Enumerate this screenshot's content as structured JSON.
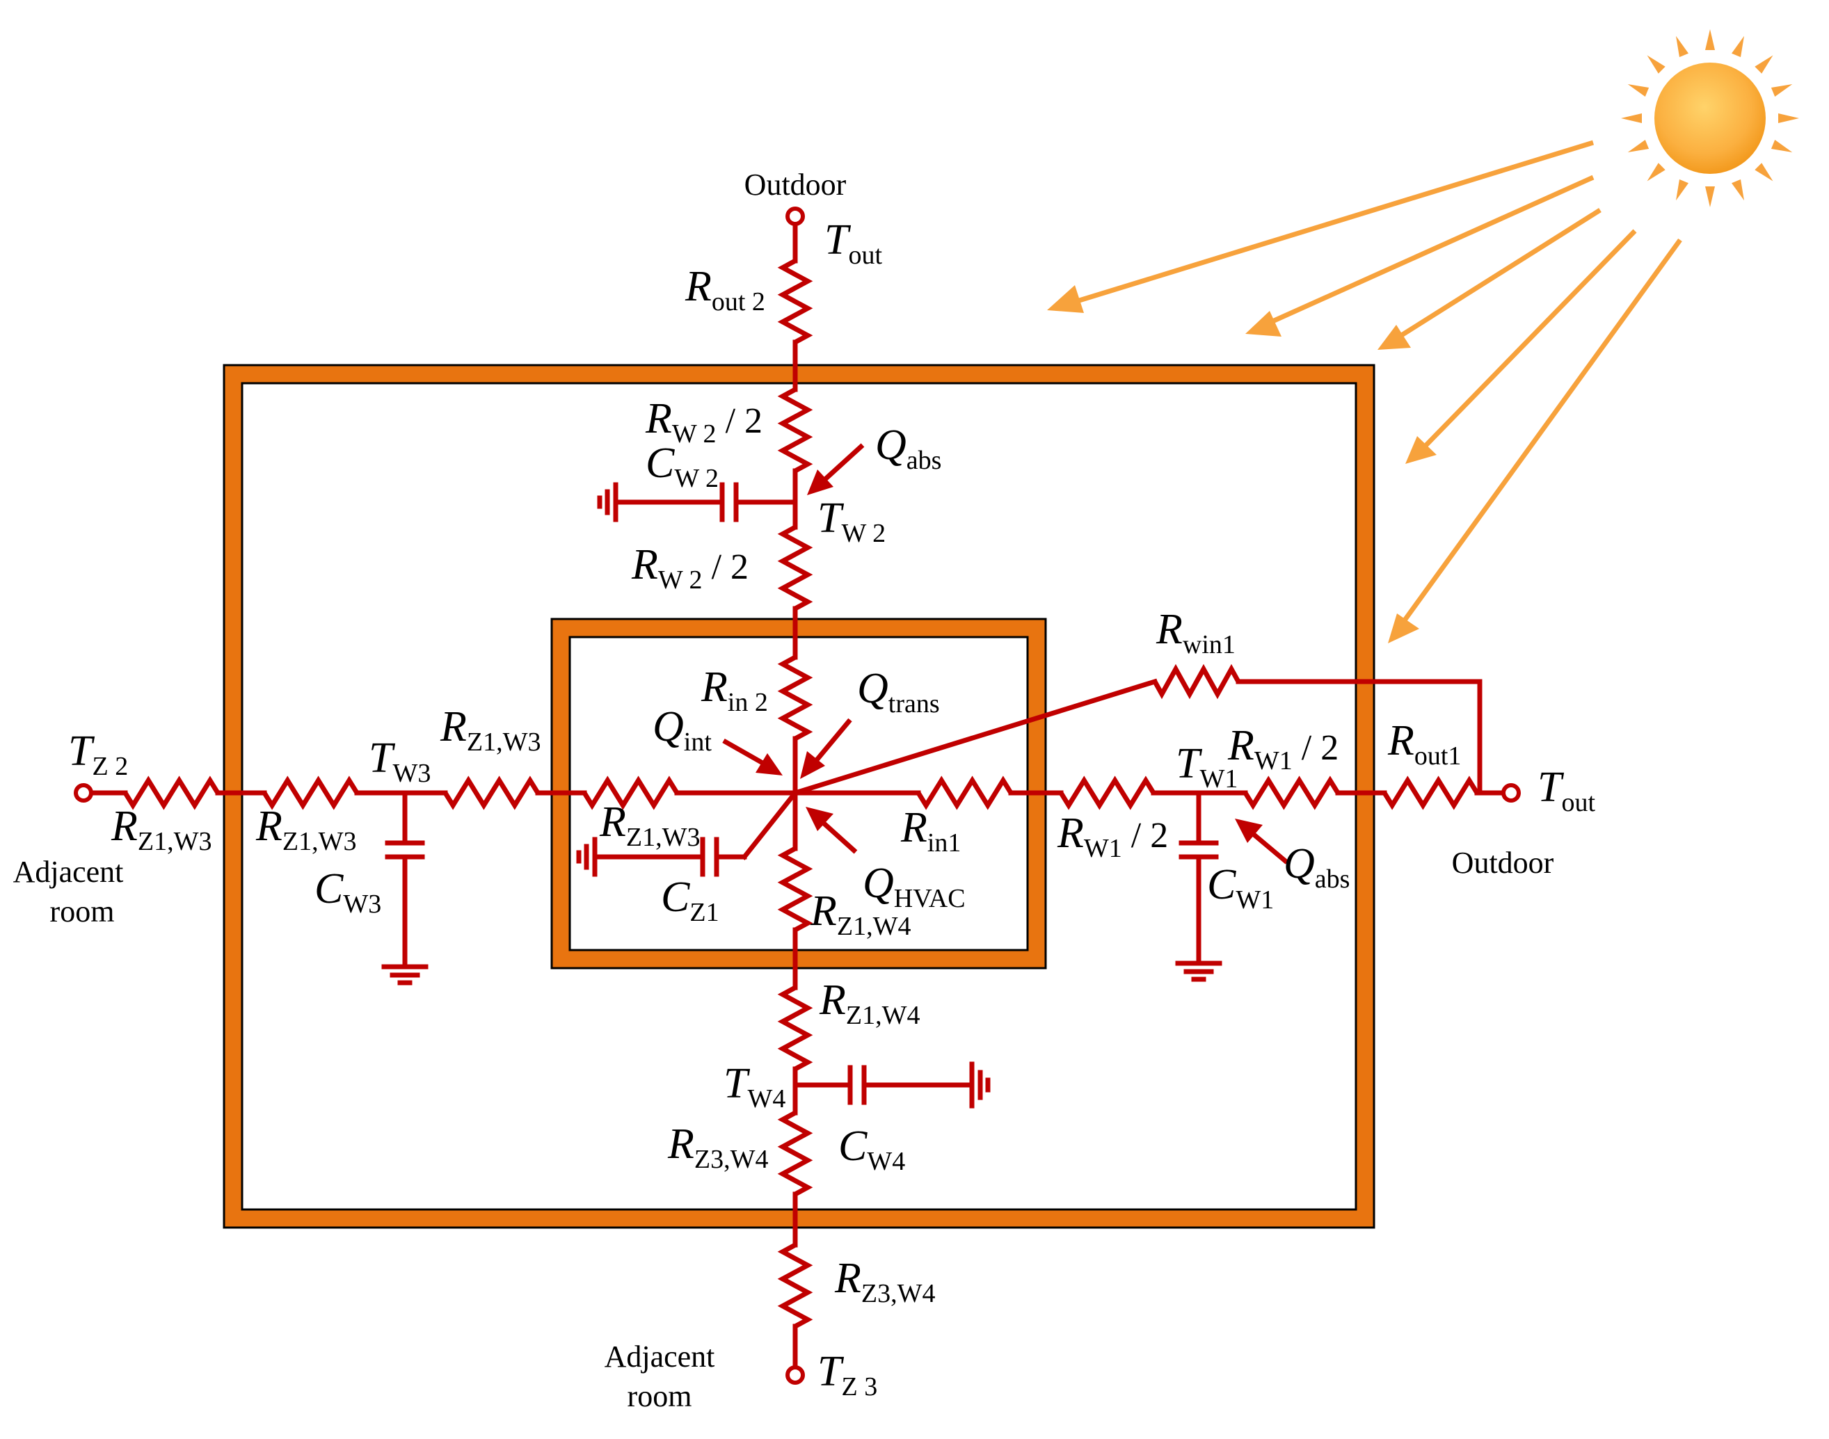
{
  "labels": {
    "outdoor_top": "Outdoor",
    "outdoor_right": "Outdoor",
    "adjacent_room_left_1": "Adjacent",
    "adjacent_room_left_2": "room",
    "adjacent_room_bottom_1": "Adjacent",
    "adjacent_room_bottom_2": "room"
  },
  "symbols": {
    "t_out_top": {
      "main": "T",
      "sub": "out"
    },
    "r_out2": {
      "main": "R",
      "sub": "out 2"
    },
    "r_w2_upper": {
      "main": "R",
      "sub": "W 2",
      "suffix": " / 2"
    },
    "c_w2": {
      "main": "C",
      "sub": "W 2"
    },
    "q_abs_top": {
      "main": "Q",
      "sub": "abs"
    },
    "t_w2": {
      "main": "T",
      "sub": "W 2"
    },
    "r_w2_lower": {
      "main": "R",
      "sub": "W 2",
      "suffix": " / 2"
    },
    "r_win1": {
      "main": "R",
      "sub": "win1"
    },
    "r_in2": {
      "main": "R",
      "sub": "in 2"
    },
    "q_trans": {
      "main": "Q",
      "sub": "trans"
    },
    "q_int": {
      "main": "Q",
      "sub": "int"
    },
    "t_z2": {
      "main": "T",
      "sub": "Z 2"
    },
    "r_z1w3_far": {
      "main": "R",
      "sub": "Z1,W3"
    },
    "r_z1w3_wall": {
      "main": "R",
      "sub": "Z1,W3"
    },
    "t_w3": {
      "main": "T",
      "sub": "W3"
    },
    "r_z1w3_mid": {
      "main": "R",
      "sub": "Z1,W3"
    },
    "r_z1w3_inner": {
      "main": "R",
      "sub": "Z1,W3"
    },
    "c_w3": {
      "main": "C",
      "sub": "W3"
    },
    "c_z1": {
      "main": "C",
      "sub": "Z1"
    },
    "q_hvac": {
      "main": "Q",
      "sub": "HVAC"
    },
    "r_z1w4_inner": {
      "main": "R",
      "sub": "Z1,W4"
    },
    "r_in1": {
      "main": "R",
      "sub": "in1"
    },
    "r_w1_left": {
      "main": "R",
      "sub": "W1",
      "suffix": " / 2"
    },
    "t_w1": {
      "main": "T",
      "sub": "W1"
    },
    "r_w1_right": {
      "main": "R",
      "sub": "W1",
      "suffix": " / 2"
    },
    "r_out1": {
      "main": "R",
      "sub": "out1"
    },
    "t_out_right": {
      "main": "T",
      "sub": "out"
    },
    "c_w1": {
      "main": "C",
      "sub": "W1"
    },
    "q_abs_right": {
      "main": "Q",
      "sub": "abs"
    },
    "r_z1w4_outer": {
      "main": "R",
      "sub": "Z1,W4"
    },
    "t_w4": {
      "main": "T",
      "sub": "W4"
    },
    "c_w4": {
      "main": "C",
      "sub": "W4"
    },
    "r_z3w4_inner": {
      "main": "R",
      "sub": "Z3,W4"
    },
    "r_z3w4_outer": {
      "main": "R",
      "sub": "Z3,W4"
    },
    "t_z3": {
      "main": "T",
      "sub": "Z 3"
    }
  },
  "colors": {
    "circuit": "#c00000",
    "wall": "#e87410",
    "sun_rays": "#f7a23c",
    "sun": "#fbb040"
  }
}
